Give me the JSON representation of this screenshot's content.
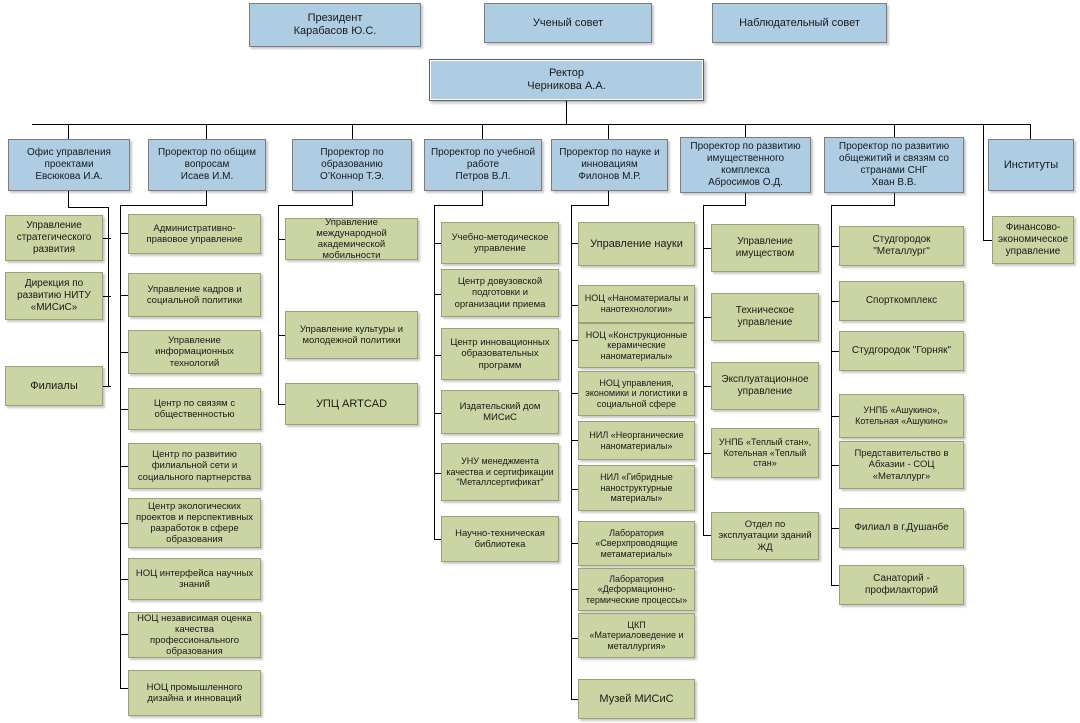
{
  "meta": {
    "title": "Организационная структура НИТУ «МИСиС»",
    "colors": {
      "blue_fill": "#aecde3",
      "blue_border": "#7d7d7d",
      "green_fill": "#cbd4a3",
      "green_border": "#9aa177",
      "line": "#000000",
      "background": "#ffffff"
    }
  },
  "top": {
    "president": "Президент\nКарабасов Ю.С.",
    "academic_council": "Ученый совет",
    "supervisory_council": "Наблюдательный совет",
    "rector": "Ректор\nЧерникова А.А."
  },
  "branches": [
    {
      "head": "Офис управления проектами\nЕвсюкова И.А.",
      "head_name": "branch-head-project-office",
      "children": [
        "Управление стратегического развития",
        "Дирекция по развитию  НИТУ «МИСиС»",
        "Филиалы"
      ]
    },
    {
      "head": "Проректор по общим вопросам\nИсаев И.М.",
      "head_name": "branch-head-general-affairs",
      "children": [
        "Административно-правовое управление",
        "Управление кадров и социальной политики",
        "Управление информационных технологий",
        "Центр по связям с общественностью",
        "Центр по развитию филиальной сети и социального партнерства",
        "Центр экологических проектов и перспективных разработок в сфере образования",
        "НОЦ  интерфейса научных знаний",
        "НОЦ независимая оценка качества профессионального образования",
        "НОЦ промышленного дизайна и инноваций"
      ]
    },
    {
      "head": "Проректор по образованию\nО’Коннор Т.Э.",
      "head_name": "branch-head-education",
      "children": [
        "Управление международной академической мобильности",
        "Управление культуры и молодежной политики",
        "УПЦ ARTCAD"
      ]
    },
    {
      "head": "Проректор по учебной работе\nПетров В.Л.",
      "head_name": "branch-head-academic-work",
      "children": [
        "Учебно-методическое управление",
        "Центр довузовской подготовки и организации приема",
        "Центр инновационных образовательных программ",
        "Издательский дом МИСиС",
        "УНУ менеджмента качества и сертификации \"Металлсертификат\"",
        "Научно-техническая библиотека"
      ]
    },
    {
      "head": "Проректор по науке и инновациям\nФилонов М.Р.",
      "head_name": "branch-head-science",
      "children": [
        "Управление науки",
        "НОЦ «Наноматериалы и нанотехнологии»",
        "НОЦ «Конструкционные керамические наноматериалы»",
        "НОЦ управления, экономики и логистики в социальной сфере",
        "НИЛ «Неорганические наноматериалы»",
        "НИЛ «Гибридные наноструктурные материалы»",
        "Лаборатория «Сверхпроводящие метаматериалы»",
        "Лаборатория «Деформационно-термические процессы»",
        "ЦКП «Материаловедение и металлургия»",
        "Музей МИСиС"
      ]
    },
    {
      "head": "Проректор по развитию имущественного комплекса\nАбросимов О.Д.",
      "head_name": "branch-head-property",
      "children": [
        "Управление имуществом",
        "Техническое управление",
        "Эксплуатационное управление",
        "УНПБ «Теплый стан», Котельная «Теплый стан»",
        "Отдел по эксплуатации зданий ЖД"
      ]
    },
    {
      "head": "Проректор по развитию общежитий и связям со странами СНГ\nХван В.В.",
      "head_name": "branch-head-dormitories",
      "children": [
        "Студгородок \"Металлург\"",
        "Спорткомплекс",
        "Студгородок \"Горняк\"",
        "УНПБ «Ашукино», Котельная «Ашукино»",
        "Представительство в Абхазии - СОЦ «Металлург»",
        "Филиал в г.Душанбе",
        "Санаторий - профилакторий"
      ]
    },
    {
      "head": "Институты",
      "head_name": "branch-head-institutes",
      "children": []
    }
  ],
  "standalone": {
    "finance": "Финансово-экономическое управление"
  }
}
